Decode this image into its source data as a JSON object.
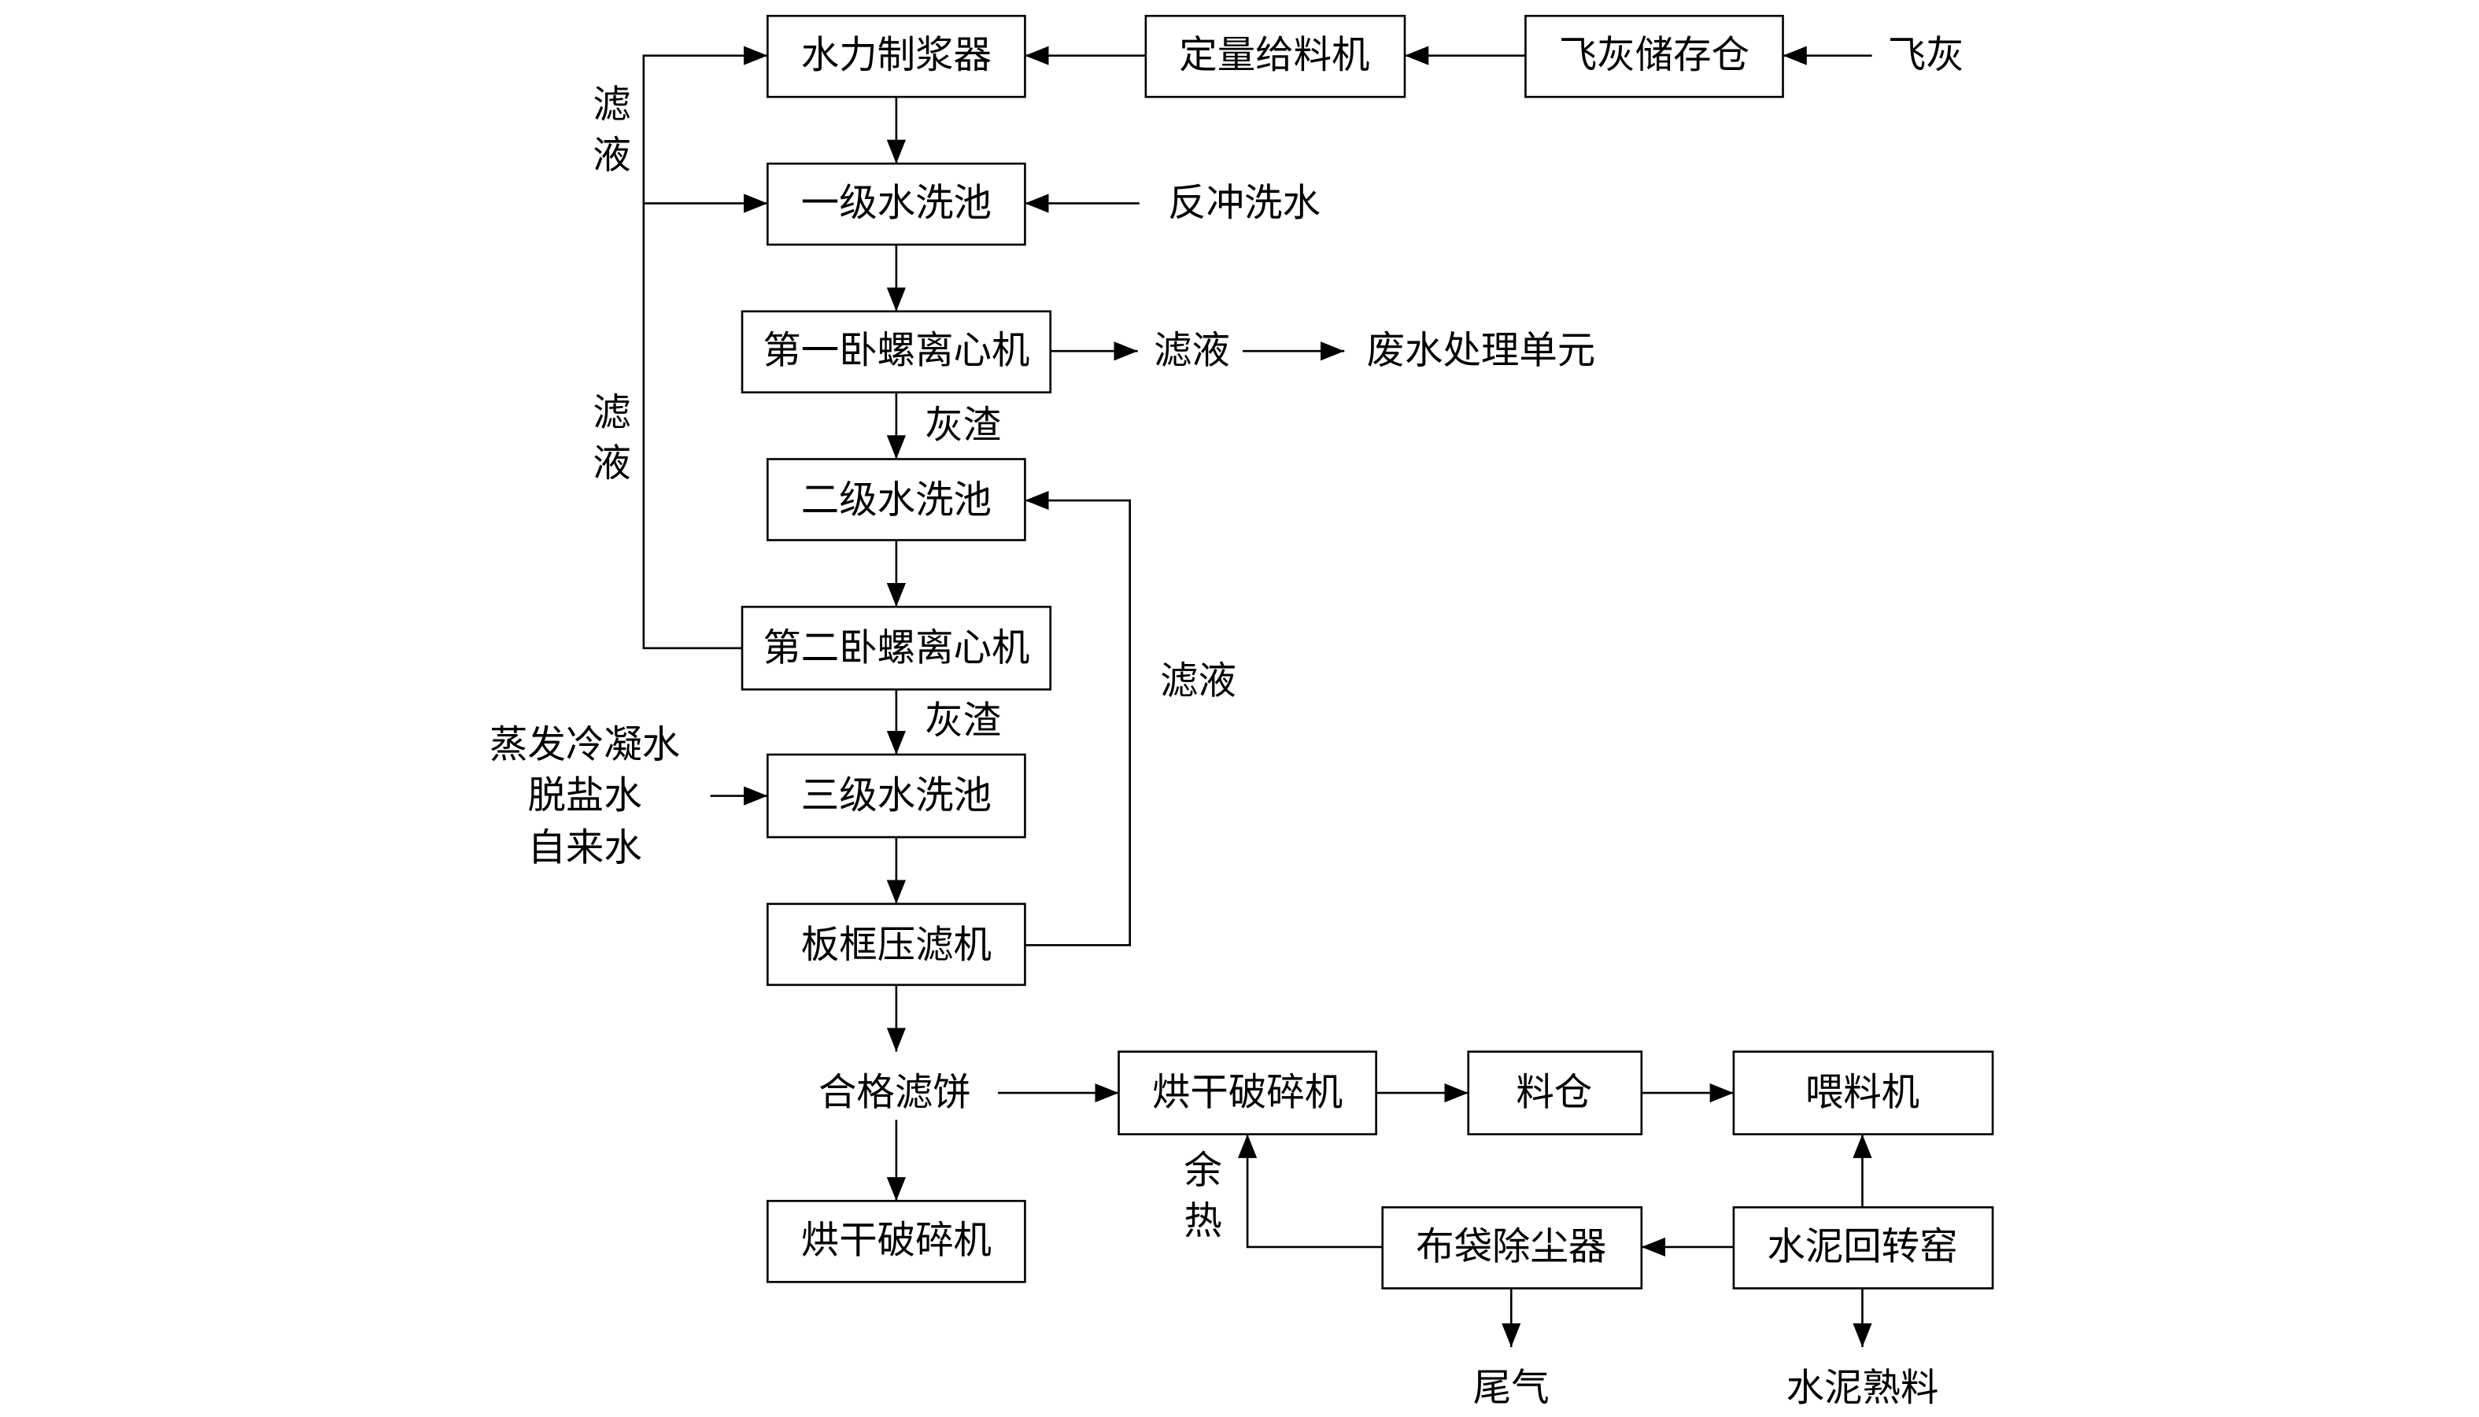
{
  "boxes": {
    "pulper": "水力制浆器",
    "quantitative_feeder": "定量给料机",
    "fly_ash_silo": "飞灰储存仓",
    "wash_tank_1": "一级水洗池",
    "centrifuge_1": "第一卧螺离心机",
    "wash_tank_2": "二级水洗池",
    "centrifuge_2": "第二卧螺离心机",
    "wash_tank_3": "三级水洗池",
    "filter_press": "板框压滤机",
    "dryer_crusher_right": "烘干破碎机",
    "storage_bin": "料仓",
    "feeding_machine": "喂料机",
    "dryer_crusher_bottom": "烘干破碎机",
    "bag_filter": "布袋除尘器",
    "rotary_kiln": "水泥回转窑"
  },
  "labels": {
    "fly_ash": "飞灰",
    "backwash_water": "反冲洗水",
    "filtrate_out": "滤液",
    "wastewater_unit": "废水处理单元",
    "ash_residue_1": "灰渣",
    "ash_residue_2": "灰渣",
    "water_sources": [
      "蒸发冷凝水",
      "脱盐水",
      "自来水"
    ],
    "filtrate_left_top": [
      "滤",
      "液"
    ],
    "filtrate_left_bottom": [
      "滤",
      "液"
    ],
    "filtrate_right": "滤液",
    "filter_cake": "合格滤饼",
    "waste_heat": [
      "余",
      "热"
    ],
    "tail_gas": "尾气",
    "cement_clinker": "水泥熟料"
  },
  "colors": {
    "line": "#000000",
    "box_fill": "#ffffff",
    "background": "#ffffff"
  }
}
